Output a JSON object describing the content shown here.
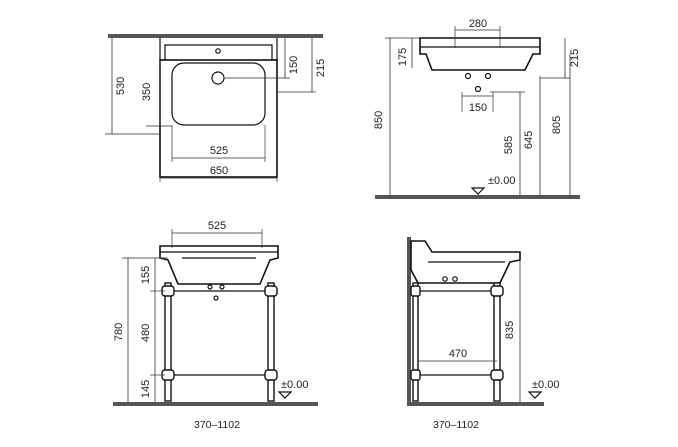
{
  "views": {
    "top": {
      "d1": "530",
      "d2": "350",
      "d3": "150",
      "d4": "215",
      "d5": "525",
      "d6": "650"
    },
    "side_top": {
      "d1": "280",
      "d2": "175",
      "d3": "215",
      "d4": "850",
      "d5": "150",
      "d6": "585",
      "d7": "645",
      "d8": "805",
      "level": "±0.00"
    },
    "front": {
      "d1": "525",
      "d2": "155",
      "d3": "780",
      "d4": "480",
      "d5": "145",
      "level": "±0.00",
      "code": "370–1102"
    },
    "side": {
      "d1": "835",
      "d2": "470",
      "level": "±0.00",
      "code": "370–1102"
    }
  }
}
